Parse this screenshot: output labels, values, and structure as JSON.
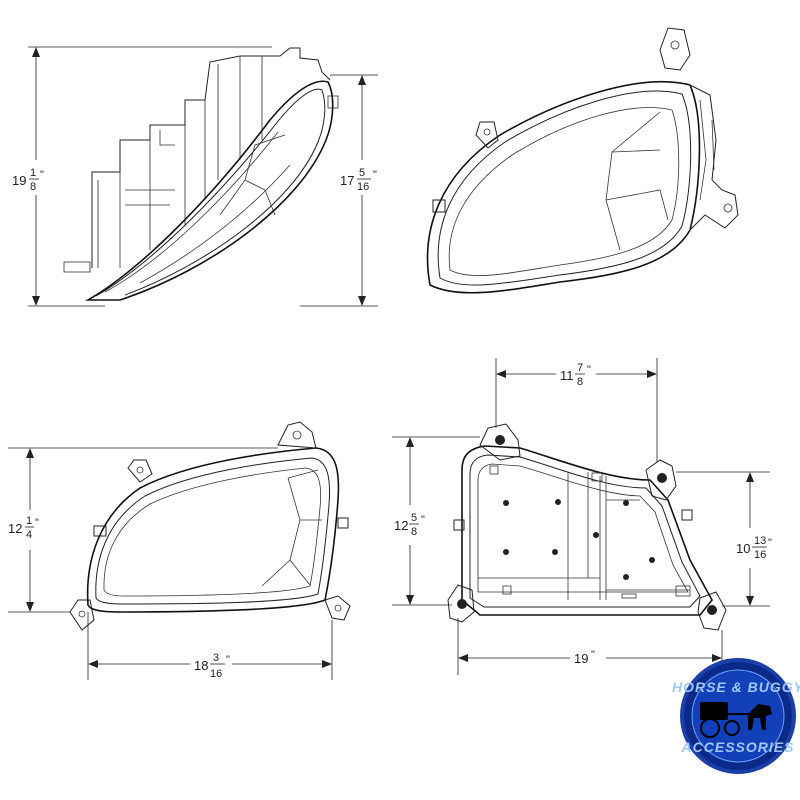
{
  "dimensions": {
    "side_overall_height": {
      "whole": "19",
      "num": "1",
      "den": "8",
      "unit": "\""
    },
    "side_lens_height": {
      "whole": "17",
      "num": "5",
      "den": "16",
      "unit": "\""
    },
    "front_height": {
      "whole": "12",
      "num": "1",
      "den": "4",
      "unit": "\""
    },
    "front_width": {
      "whole": "18",
      "num": "3",
      "den": "16",
      "unit": "\""
    },
    "rear_top_width": {
      "whole": "11",
      "num": "7",
      "den": "8",
      "unit": "\""
    },
    "rear_left_height": {
      "whole": "12",
      "num": "5",
      "den": "8",
      "unit": "\""
    },
    "rear_right_height": {
      "whole": "10",
      "num": "13",
      "den": "16",
      "unit": "\""
    },
    "rear_bottom_width": {
      "whole": "19",
      "unit": "\""
    }
  },
  "logo": {
    "line1": "HORSE & BUGGY",
    "line2": "ACCESSORIES",
    "colors": {
      "ring": "#1a3fa8",
      "fill": "#0a2a8a",
      "text": "#9ec8ff"
    }
  }
}
